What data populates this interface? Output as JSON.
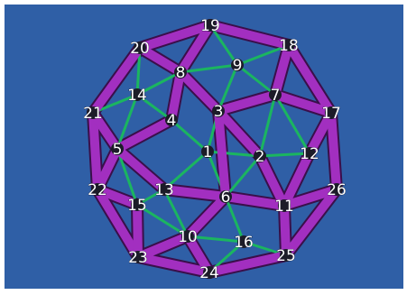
{
  "colors": {
    "background": "#2f5fa6",
    "outer_edge": "#a22fc0",
    "inner_edge": "#1bb560",
    "node": "#1c1c28",
    "label": "#ffffff"
  },
  "labels": [
    "1",
    "2",
    "3",
    "4",
    "5",
    "6",
    "7",
    "8",
    "9",
    "10",
    "11",
    "12",
    "13",
    "14",
    "15",
    "16",
    "17",
    "18",
    "19",
    "20",
    "21",
    "22",
    "23",
    "24",
    "25",
    "26"
  ]
}
